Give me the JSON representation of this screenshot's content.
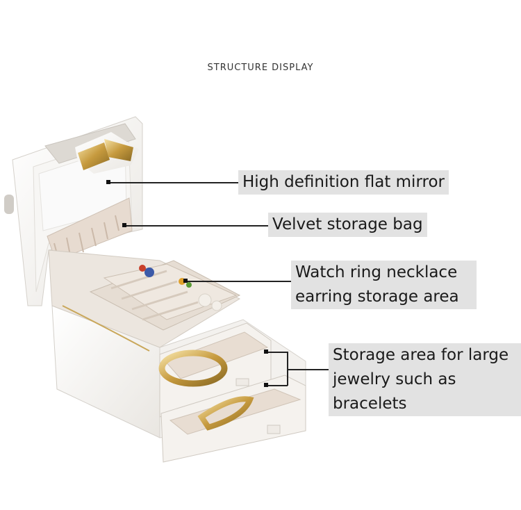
{
  "title": "STRUCTURE DISPLAY",
  "labels": {
    "mirror": "High definition flat mirror",
    "bag": "Velvet storage bag",
    "ring_area": "Watch ring necklace\nearring storage area",
    "large_area": "Storage area for large\njewelry such as\nbracelets"
  },
  "colors": {
    "label_bg": "#e2e2e2",
    "box": "#f4f2ef",
    "velvet": "#e8dcd2"
  }
}
